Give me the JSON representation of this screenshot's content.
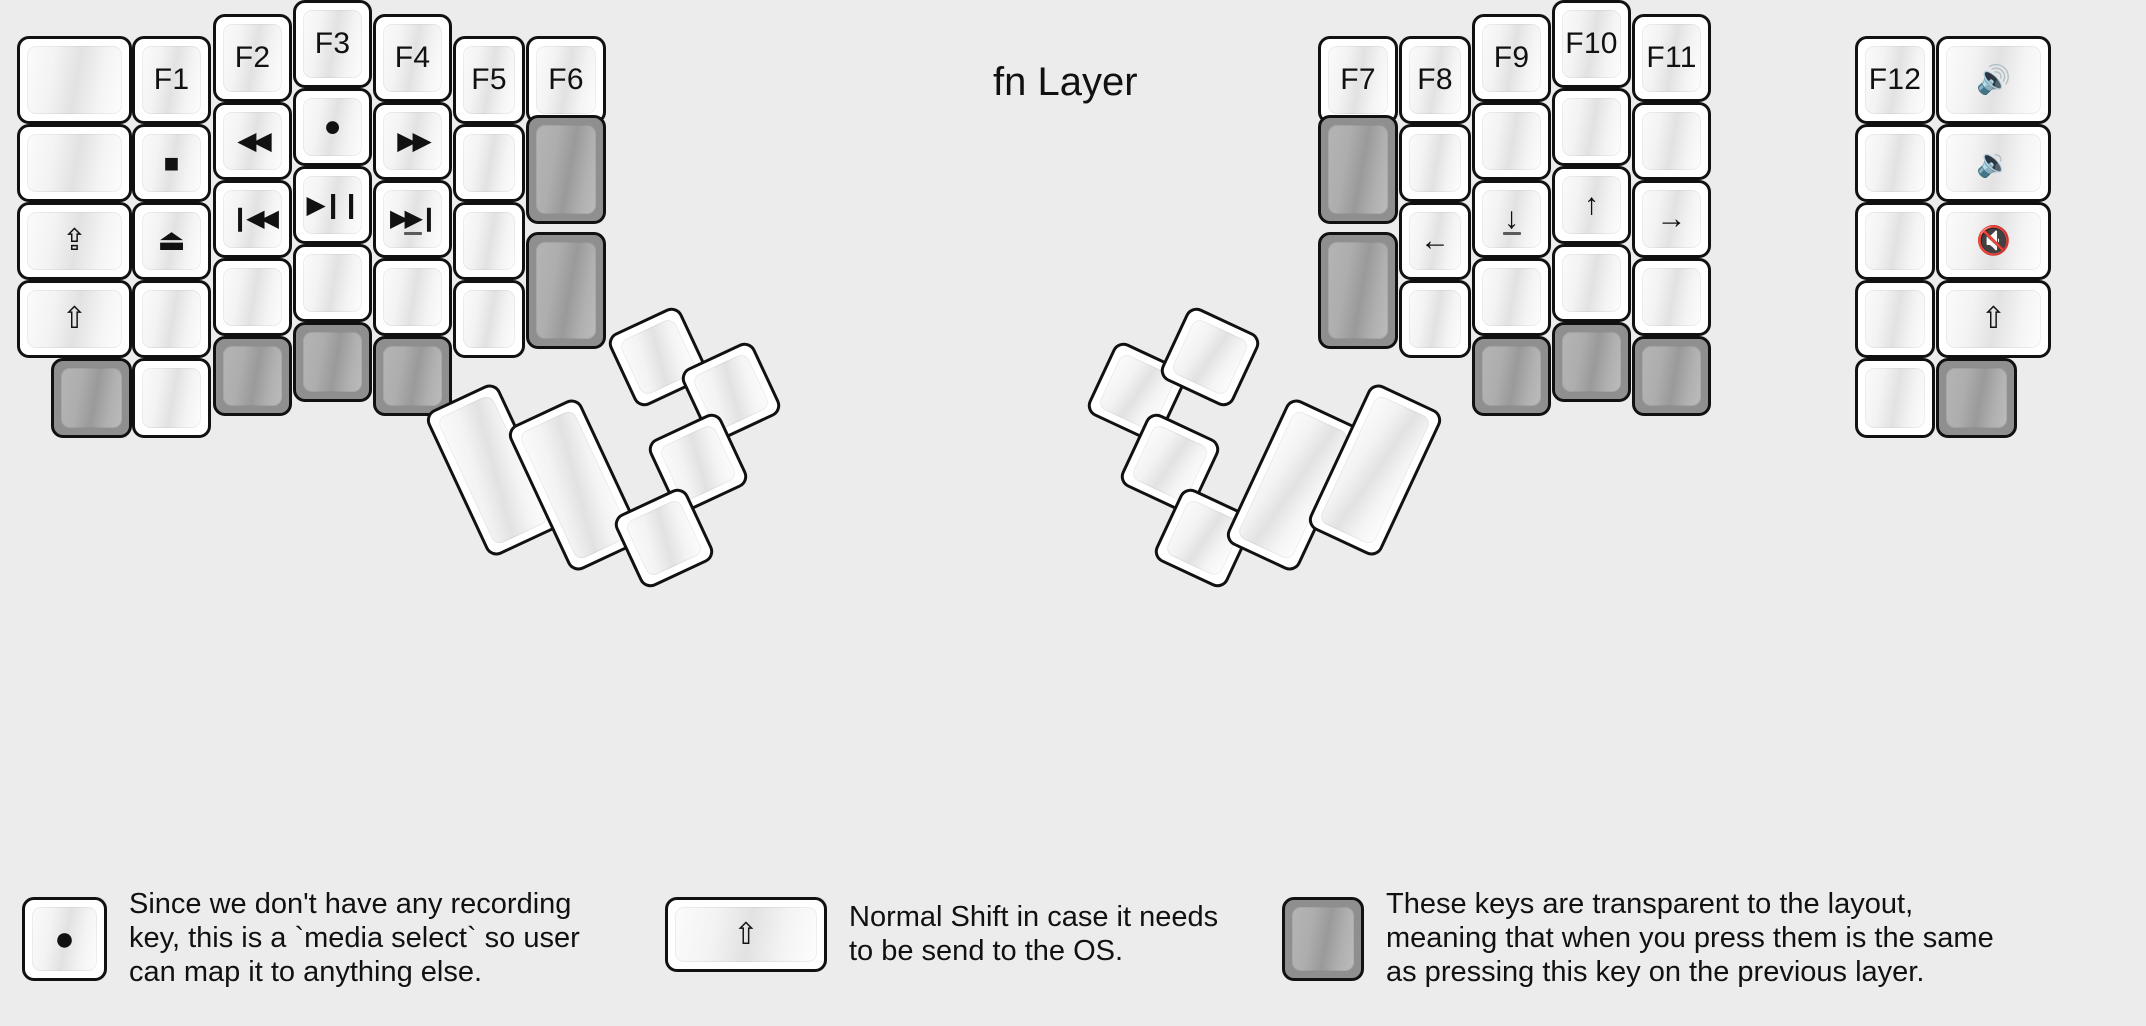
{
  "title": "fn Layer",
  "colors": {
    "background": "#ececec",
    "key_face": "#ffffff",
    "key_border": "#111111",
    "transparent_key": "#9a9a9a",
    "text": "#111111"
  },
  "glyphs": {
    "rewind": "◀◀",
    "fast_forward": "▶▶",
    "record": "●",
    "stop": "■",
    "eject": "⏏",
    "play_pause": "▶❙❙",
    "prev_track": "❙◀◀",
    "next_track": "▶▶❙",
    "caps_lock": "⇪",
    "shift": "⇧",
    "arrow_left": "←",
    "arrow_down": "↓",
    "arrow_up": "↑",
    "arrow_right": "→",
    "volume_up": "🔊",
    "volume_down": "🔉",
    "volume_mute": "🔇"
  },
  "left_half": {
    "columns": [
      {
        "name": "col-pinky-outer",
        "keys": [
          {
            "label": "",
            "icon": "",
            "type": "blank"
          },
          {
            "label": "",
            "icon": "",
            "type": "blank"
          },
          {
            "label": "",
            "icon": "caps-lock-icon",
            "type": "icon"
          },
          {
            "label": "",
            "icon": "shift-icon",
            "type": "icon"
          },
          {
            "label": "",
            "icon": "",
            "type": "transparent"
          }
        ]
      },
      {
        "name": "col-pinky",
        "keys": [
          {
            "label": "F1",
            "icon": "",
            "type": "text"
          },
          {
            "label": "",
            "icon": "stop-icon",
            "type": "icon"
          },
          {
            "label": "",
            "icon": "eject-icon",
            "type": "icon"
          },
          {
            "label": "",
            "icon": "",
            "type": "blank"
          },
          {
            "label": "",
            "icon": "",
            "type": "blank"
          }
        ]
      },
      {
        "name": "col-ring",
        "keys": [
          {
            "label": "F2",
            "icon": "",
            "type": "text"
          },
          {
            "label": "",
            "icon": "rewind-icon",
            "type": "icon"
          },
          {
            "label": "",
            "icon": "prev-track-icon",
            "type": "icon"
          },
          {
            "label": "",
            "icon": "",
            "type": "blank"
          },
          {
            "label": "",
            "icon": "",
            "type": "transparent"
          }
        ]
      },
      {
        "name": "col-middle",
        "keys": [
          {
            "label": "F3",
            "icon": "",
            "type": "text"
          },
          {
            "label": "",
            "icon": "record-icon",
            "type": "icon"
          },
          {
            "label": "",
            "icon": "play-pause-icon",
            "type": "icon"
          },
          {
            "label": "",
            "icon": "",
            "type": "blank"
          },
          {
            "label": "",
            "icon": "",
            "type": "transparent"
          }
        ]
      },
      {
        "name": "col-index",
        "keys": [
          {
            "label": "F4",
            "icon": "",
            "type": "text"
          },
          {
            "label": "",
            "icon": "fast-forward-icon",
            "type": "icon"
          },
          {
            "label": "",
            "icon": "next-track-icon",
            "type": "icon",
            "submark": true
          },
          {
            "label": "",
            "icon": "",
            "type": "blank"
          },
          {
            "label": "",
            "icon": "",
            "type": "transparent"
          }
        ]
      },
      {
        "name": "col-index-inner",
        "keys": [
          {
            "label": "F5",
            "icon": "",
            "type": "text"
          },
          {
            "label": "",
            "icon": "",
            "type": "blank"
          },
          {
            "label": "",
            "icon": "",
            "type": "blank"
          },
          {
            "label": "",
            "icon": "",
            "type": "blank"
          }
        ]
      },
      {
        "name": "col-inner",
        "keys": [
          {
            "label": "F6",
            "icon": "",
            "type": "text"
          },
          {
            "label": "",
            "icon": "",
            "type": "transparent-tall"
          },
          {
            "label": "",
            "icon": "",
            "type": "transparent-tall"
          }
        ]
      }
    ],
    "thumb_cluster": {
      "name": "left-thumb-cluster",
      "keys": [
        {
          "label": "",
          "type": "blank"
        },
        {
          "label": "",
          "type": "blank"
        },
        {
          "label": "",
          "type": "blank"
        },
        {
          "label": "",
          "type": "blank"
        },
        {
          "label": "",
          "type": "blank"
        },
        {
          "label": "",
          "type": "blank"
        }
      ]
    }
  },
  "right_half": {
    "columns": [
      {
        "name": "col-inner",
        "keys": [
          {
            "label": "F7",
            "icon": "",
            "type": "text"
          },
          {
            "label": "",
            "icon": "",
            "type": "transparent-tall"
          },
          {
            "label": "",
            "icon": "",
            "type": "transparent-tall"
          }
        ]
      },
      {
        "name": "col-index-inner",
        "keys": [
          {
            "label": "F8",
            "icon": "",
            "type": "text"
          },
          {
            "label": "",
            "icon": "",
            "type": "blank"
          },
          {
            "label": "",
            "icon": "arrow-left-icon",
            "type": "icon"
          },
          {
            "label": "",
            "icon": "",
            "type": "blank"
          }
        ]
      },
      {
        "name": "col-index",
        "keys": [
          {
            "label": "F9",
            "icon": "",
            "type": "text"
          },
          {
            "label": "",
            "icon": "",
            "type": "blank"
          },
          {
            "label": "",
            "icon": "arrow-down-icon",
            "type": "icon",
            "submark": true
          },
          {
            "label": "",
            "icon": "",
            "type": "blank"
          },
          {
            "label": "",
            "icon": "",
            "type": "transparent"
          }
        ]
      },
      {
        "name": "col-middle",
        "keys": [
          {
            "label": "F10",
            "icon": "",
            "type": "text"
          },
          {
            "label": "",
            "icon": "",
            "type": "blank"
          },
          {
            "label": "",
            "icon": "arrow-up-icon",
            "type": "icon"
          },
          {
            "label": "",
            "icon": "",
            "type": "blank"
          },
          {
            "label": "",
            "icon": "",
            "type": "transparent"
          }
        ]
      },
      {
        "name": "col-ring",
        "keys": [
          {
            "label": "F11",
            "icon": "",
            "type": "text"
          },
          {
            "label": "",
            "icon": "",
            "type": "blank"
          },
          {
            "label": "",
            "icon": "arrow-right-icon",
            "type": "icon"
          },
          {
            "label": "",
            "icon": "",
            "type": "blank"
          },
          {
            "label": "",
            "icon": "",
            "type": "transparent"
          }
        ]
      },
      {
        "name": "col-pinky",
        "keys": [
          {
            "label": "F12",
            "icon": "",
            "type": "text"
          },
          {
            "label": "",
            "icon": "",
            "type": "blank"
          },
          {
            "label": "",
            "icon": "",
            "type": "blank"
          },
          {
            "label": "",
            "icon": "",
            "type": "blank"
          },
          {
            "label": "",
            "icon": "",
            "type": "blank"
          }
        ]
      },
      {
        "name": "col-pinky-outer",
        "keys": [
          {
            "label": "",
            "icon": "volume-up-icon",
            "type": "icon"
          },
          {
            "label": "",
            "icon": "volume-down-icon",
            "type": "icon"
          },
          {
            "label": "",
            "icon": "volume-mute-icon",
            "type": "icon"
          },
          {
            "label": "",
            "icon": "shift-icon",
            "type": "icon"
          },
          {
            "label": "",
            "icon": "",
            "type": "transparent"
          }
        ]
      }
    ],
    "thumb_cluster": {
      "name": "right-thumb-cluster",
      "keys": [
        {
          "label": "",
          "type": "blank"
        },
        {
          "label": "",
          "type": "blank"
        },
        {
          "label": "",
          "type": "blank"
        },
        {
          "label": "",
          "type": "blank"
        },
        {
          "label": "",
          "type": "blank"
        },
        {
          "label": "",
          "type": "blank"
        }
      ]
    }
  },
  "legend": [
    {
      "name": "legend-record",
      "icon": "record-icon",
      "key_style": "normal",
      "text": "Since we don't have any recording\nkey, this is a `media select` so user\ncan map it to anything else."
    },
    {
      "name": "legend-shift",
      "icon": "shift-icon",
      "key_style": "normal",
      "text": "Normal Shift in case it needs\nto be send to the OS."
    },
    {
      "name": "legend-transparent",
      "icon": "",
      "key_style": "transparent",
      "text": "These keys are transparent to the layout,\nmeaning that when you press them is the same\nas pressing this key on the previous layer."
    }
  ]
}
